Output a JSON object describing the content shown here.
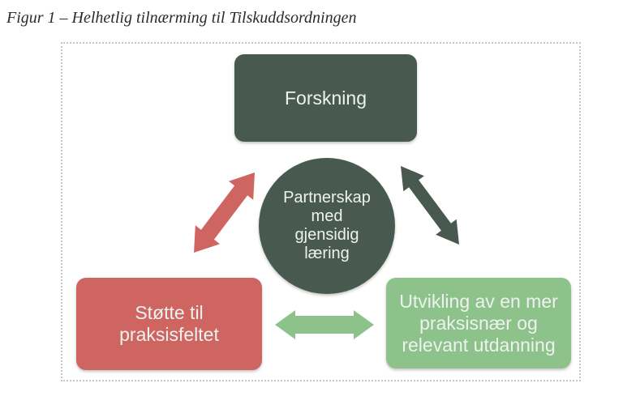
{
  "caption": "Figur 1 – Helhetlig tilnærming til Tilskuddsordningen",
  "diagram": {
    "top_box": {
      "label": "Forskning",
      "color": "#485a50"
    },
    "center_circle": {
      "label": "Partnerskap\nmed\ngjensidig\nlæring",
      "color": "#485a50"
    },
    "left_box": {
      "label": "Støtte til\npraksisfeltet",
      "color": "#cf6561"
    },
    "right_box": {
      "label": "Utvikling av en mer\npraksisnær og\nrelevant utdanning",
      "color": "#8ec28b"
    },
    "arrows": [
      {
        "id": "red-double-arrow",
        "type": "double-headed",
        "from": "left_box",
        "to": "top_box",
        "color": "#cf6561"
      },
      {
        "id": "dark-green-double-arrow",
        "type": "double-headed",
        "from": "top_box",
        "to": "right_box",
        "color": "#485a50"
      },
      {
        "id": "light-green-double-arrow",
        "type": "double-headed",
        "from": "left_box",
        "to": "right_box",
        "color": "#8ec28b"
      }
    ]
  },
  "colors": {
    "dark_green": "#485a50",
    "red": "#cf6561",
    "light_green": "#8ec28b",
    "shape_text": "#edf2ee",
    "caption_text": "#2b2b2b",
    "border_gray": "#c4c4c4"
  }
}
